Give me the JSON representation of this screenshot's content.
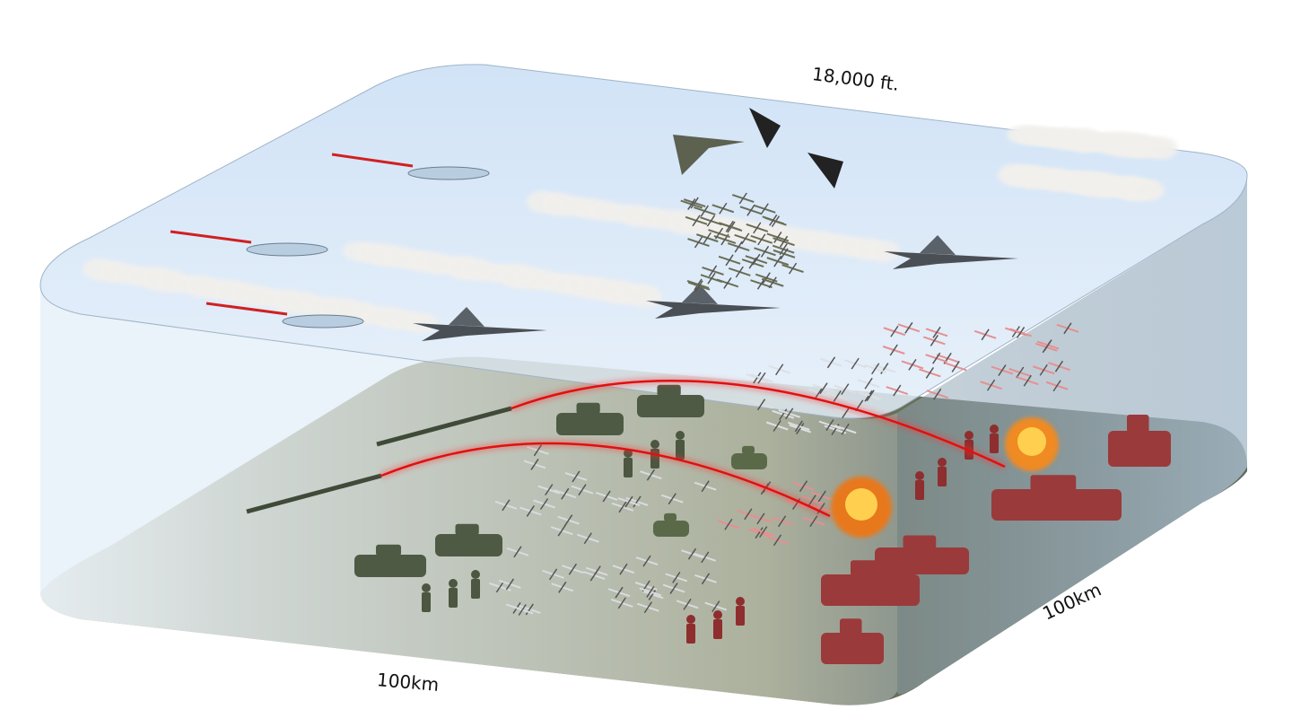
{
  "labels": {
    "altitude": "18,000 ft.",
    "width_front": "100km",
    "width_side": "100km"
  },
  "colors": {
    "sky": "#cfe2f6",
    "ground": "#8f8d5e",
    "friendly": "#4e5a44",
    "enemy": "#9b3a3a",
    "fire_arc": "#e01010"
  }
}
